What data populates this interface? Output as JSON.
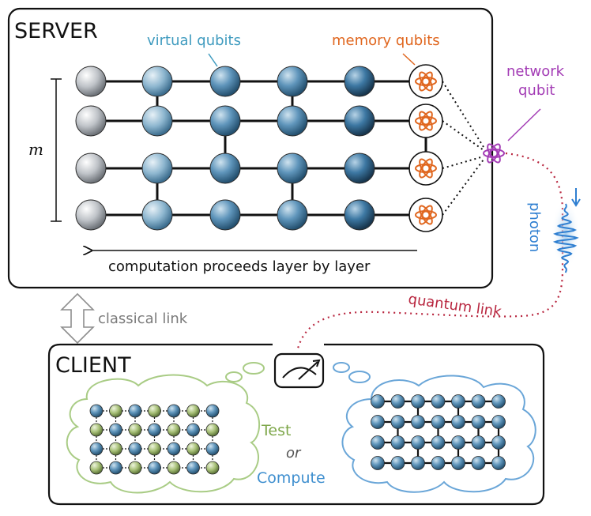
{
  "server": {
    "title": "SERVER"
  },
  "labels": {
    "virtual_qubits": "virtual qubits",
    "memory_qubits": "memory qubits",
    "network_qubit_line1": "network",
    "network_qubit_line2": "qubit",
    "m": "m",
    "computation": "computation proceeds layer by layer",
    "photon": "photon",
    "quantum_link": "quantum link",
    "classical_link": "classical link",
    "test": "Test",
    "or": "or",
    "compute": "Compute"
  },
  "client": {
    "title": "CLIENT"
  },
  "colors": {
    "virtual": "#3f9bbf",
    "memory": "#e0661e",
    "network": "#a33cb5",
    "photon": "#2f7fd1",
    "quantum_link": "#b8263f",
    "test": "#7ea74a",
    "compute": "#3f8fcf",
    "gray_node": "#a9adb3",
    "blue_node": "#4d86ad",
    "green_node": "#93ad63"
  },
  "icons": {
    "memory": "atom-icon",
    "network": "atom-icon",
    "measure": "meter-icon",
    "photon": "wave-packet-icon",
    "classical": "double-arrow-icon"
  }
}
